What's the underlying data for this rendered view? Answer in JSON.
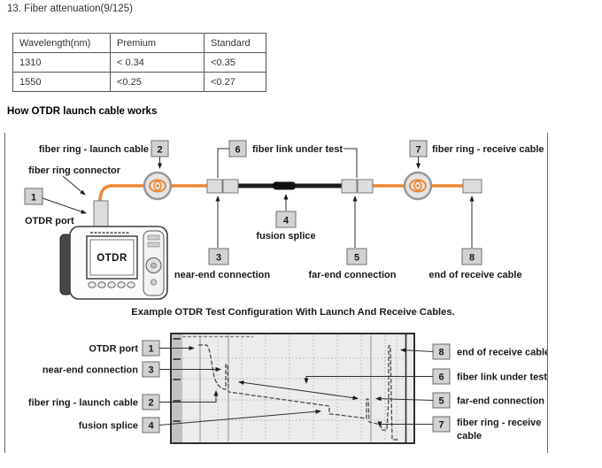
{
  "page": {
    "heading": "13. Fiber attenuation(9/125)",
    "subheading": "How OTDR launch cable works"
  },
  "table": {
    "headers": [
      "Wavelength(nm)",
      "Premium",
      "Standard"
    ],
    "rows": [
      [
        "1310",
        "< 0.34",
        "<0.35"
      ],
      [
        "1550",
        "<0.25",
        "<0.27"
      ]
    ]
  },
  "diagram1": {
    "boxes": {
      "launch_cable": {
        "num": "2",
        "label": "fiber ring - launch cable"
      },
      "fiber_link": {
        "num": "6",
        "label": "fiber link under test"
      },
      "receive_cable": {
        "num": "7",
        "label": "fiber ring - receive cable"
      },
      "otdr_port": {
        "num": "1",
        "label": "OTDR port"
      },
      "near_end": {
        "num": "3",
        "label": "near-end connection"
      },
      "fusion_splice": {
        "num": "4",
        "label": "fusion splice"
      },
      "far_end": {
        "num": "5",
        "label": "far-end connection"
      },
      "end_receive": {
        "num": "8",
        "label": "end of receive cable"
      }
    },
    "ring_connector_label": "fiber ring connector",
    "device_label": "OTDR",
    "caption": "Example OTDR Test Configuration With Launch And Receive Cables."
  },
  "diagram2": {
    "left_items": [
      {
        "num": "1",
        "label": "OTDR port"
      },
      {
        "num": "3",
        "label": "near-end connection"
      },
      {
        "num": "2",
        "label": "fiber ring - launch cable"
      },
      {
        "num": "4",
        "label": "fusion splice"
      }
    ],
    "right_items": [
      {
        "num": "8",
        "label": "end of receive cable"
      },
      {
        "num": "6",
        "label": "fiber link under test"
      },
      {
        "num": "5",
        "label": "far-end connection"
      },
      {
        "num": "7",
        "label_lines": [
          "fiber ring - receive",
          "cable"
        ]
      }
    ]
  },
  "colors": {
    "cable_orange": "#ed8733",
    "cable_black": "#1c1c1c",
    "box_gray": "#d2d2d2"
  }
}
